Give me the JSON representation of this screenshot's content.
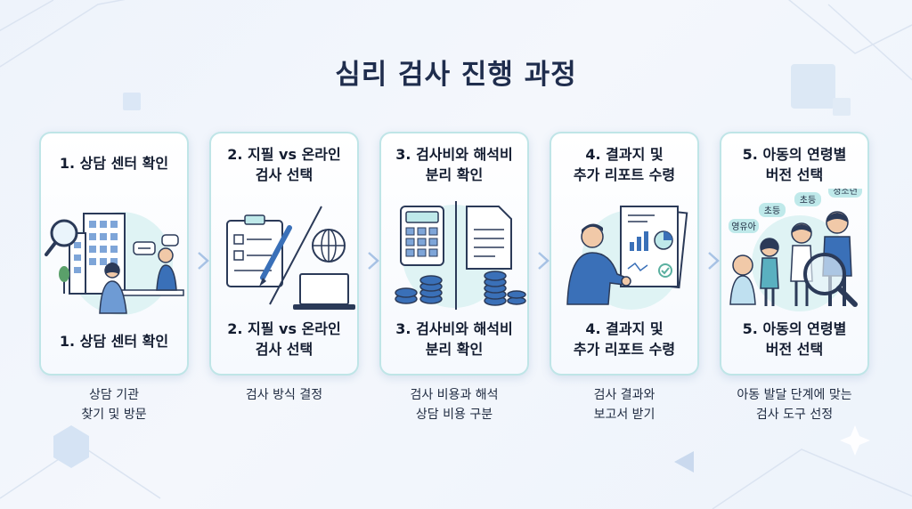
{
  "title": "심리 검사 진행 과정",
  "steps": [
    {
      "title": "1. 상담 센터 확인",
      "caption": "상담 기관\n찾기 및 방문"
    },
    {
      "title": "2. 지필 vs 온라인\n검사 선택",
      "caption": "검사 방식 결정"
    },
    {
      "title": "3. 검사비와 해석비\n분리 확인",
      "caption": "검사 비용과 해석\n상담 비용 구분"
    },
    {
      "title": "4. 결과지 및\n추가 리포트 수령",
      "caption": "검사 결과와\n보고서 받기"
    },
    {
      "title": "5. 아동의 연령별\n버전 선택",
      "caption": "아동 발달 단계에 맞는\n검사 도구 선정"
    }
  ],
  "age_labels": [
    "영유아",
    "초등",
    "초등",
    "청소년"
  ],
  "colors": {
    "card_border": "#bfe5e7",
    "title": "#1f2d4d",
    "accent_blue": "#3a70b8",
    "accent_teal": "#bfe9ea",
    "dark_navy": "#2b3a58"
  }
}
